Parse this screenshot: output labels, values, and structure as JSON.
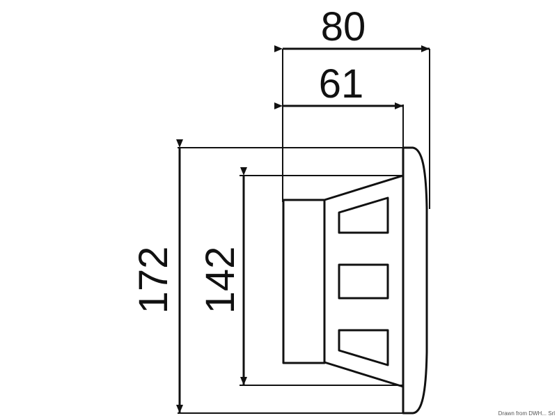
{
  "dimensions": {
    "overall_depth": "80",
    "body_depth": "61",
    "overall_height": "172",
    "body_height": "142"
  },
  "credit": "Drawn from DWH... Srl",
  "colors": {
    "line": "#111111",
    "background": "#ffffff"
  }
}
